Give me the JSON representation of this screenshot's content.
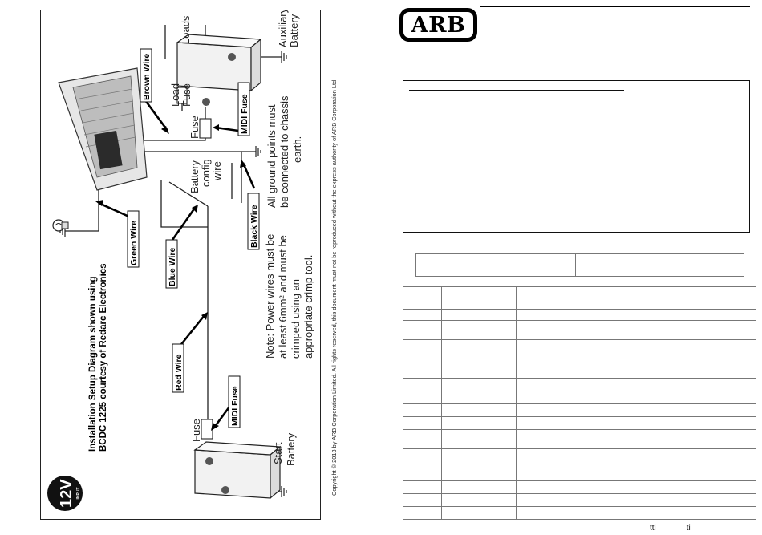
{
  "diagram": {
    "input_badge": {
      "voltage": "12V",
      "label": "INPUT"
    },
    "title_line1": "Installation Setup Diagram shown using",
    "title_line2": "BCDC 1225 courtesy of Redarc Electronics",
    "labels": {
      "loads": "Loads",
      "auxiliary_battery_l1": "Auxiliary",
      "auxiliary_battery_l2": "Battery",
      "load_fuse_l1": "Load",
      "load_fuse_l2": "Fuse",
      "fuse_top": "Fuse",
      "midi_fuse_top": "MIDI Fuse",
      "brown_wire": "Brown Wire",
      "ground_note_l1": "All ground points must",
      "ground_note_l2": "be connected to chassis",
      "ground_note_l3": "earth.",
      "battery_config_l1": "Battery",
      "battery_config_l2": "config",
      "battery_config_l3": "wire",
      "black_wire": "Black Wire",
      "green_wire": "Green Wire",
      "blue_wire": "Blue Wire",
      "red_wire": "Red Wire",
      "power_note_l1": "Note: Power wires must be",
      "power_note_l2": "at least 6mm² and must be",
      "power_note_l3": "crimped using an",
      "power_note_l4": "appropriate crimp tool.",
      "fuse_bottom": "Fuse",
      "midi_fuse_bottom": "MIDI Fuse",
      "start_battery_l1": "Start",
      "start_battery_l2": "Battery"
    }
  },
  "copyright": "Copyright © 2013 by ARB Corporation Limited.  All rights reserved, this document must not be reproduced without the express authority of ARB Corporation Ltd",
  "logo": {
    "text": "ARB"
  },
  "footer": {
    "glyph1": "tti",
    "glyph2": "ti"
  }
}
